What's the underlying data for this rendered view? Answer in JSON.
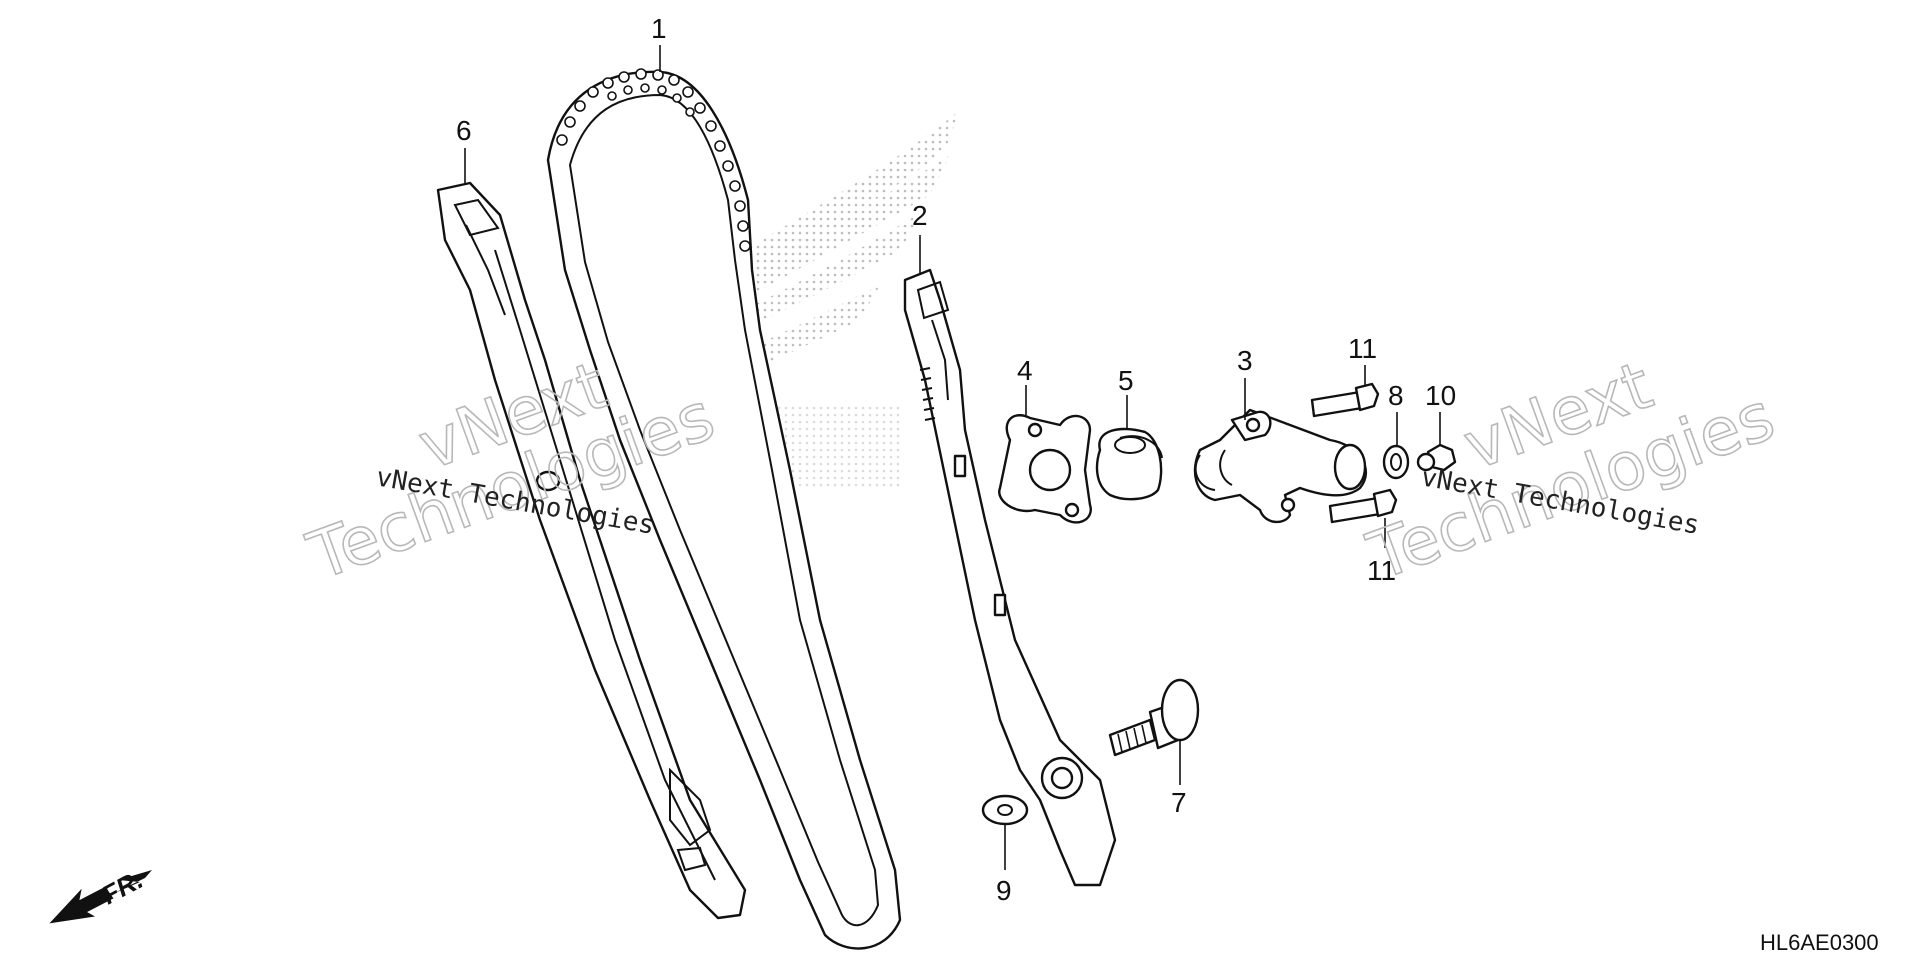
{
  "diagram": {
    "drawing_code": "HL6AE0300",
    "front_indicator": "FR.",
    "watermarks": [
      {
        "line1": "vNext",
        "line2": "Technologies",
        "caption": "vNext Technologies"
      },
      {
        "line1": "vNext",
        "line2": "Technologies",
        "caption": "vNext Technologies"
      }
    ],
    "callouts": [
      "1",
      "2",
      "3",
      "4",
      "5",
      "6",
      "7",
      "8",
      "9",
      "10",
      "11",
      "11"
    ]
  },
  "colors": {
    "line": "#111111",
    "background": "#ffffff",
    "logo_dots": "#bdbdbd",
    "watermark_outline": "#b8b8b8"
  },
  "icons": {
    "front_arrow": "arrow-left-down-icon"
  }
}
